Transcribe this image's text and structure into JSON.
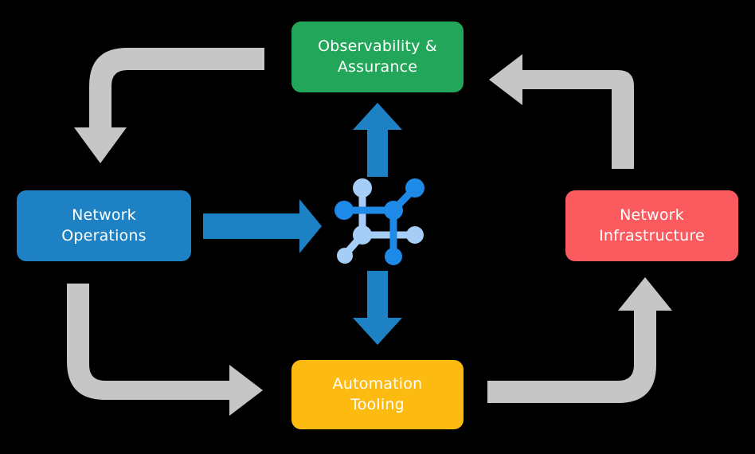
{
  "diagram": {
    "title": "Network lifecycle cycle diagram",
    "background_color": "#000000",
    "nodes": [
      {
        "id": "observability",
        "label": "Observability &\nAssurance",
        "color": "#22A75A",
        "text_color": "#ffffff",
        "position": "top"
      },
      {
        "id": "operations",
        "label": "Network\nOperations",
        "color": "#1E81C4",
        "text_color": "#ffffff",
        "position": "left"
      },
      {
        "id": "infrastructure",
        "label": "Network\nInfrastructure",
        "color": "#FB5A5F",
        "text_color": "#ffffff",
        "position": "right"
      },
      {
        "id": "automation",
        "label": "Automation\nTooling",
        "color": "#FDBB12",
        "text_color": "#ffffff",
        "position": "bottom"
      }
    ],
    "center_icon": {
      "name": "network-topology-icon",
      "primary_color": "#1E8AE8",
      "secondary_color": "#A6CDF5"
    },
    "arrows": {
      "blue_color": "#1E81C4",
      "gray_color": "#C6C6C6",
      "blue": [
        {
          "id": "operations-to-center",
          "direction": "right"
        },
        {
          "id": "center-to-observability",
          "direction": "up"
        },
        {
          "id": "center-to-automation",
          "direction": "down"
        }
      ],
      "gray": [
        {
          "id": "observability-to-operations",
          "direction": "down-left"
        },
        {
          "id": "infrastructure-to-observability",
          "direction": "up-left"
        },
        {
          "id": "operations-to-automation",
          "direction": "down-right"
        },
        {
          "id": "automation-to-infrastructure",
          "direction": "right-up"
        }
      ]
    }
  }
}
